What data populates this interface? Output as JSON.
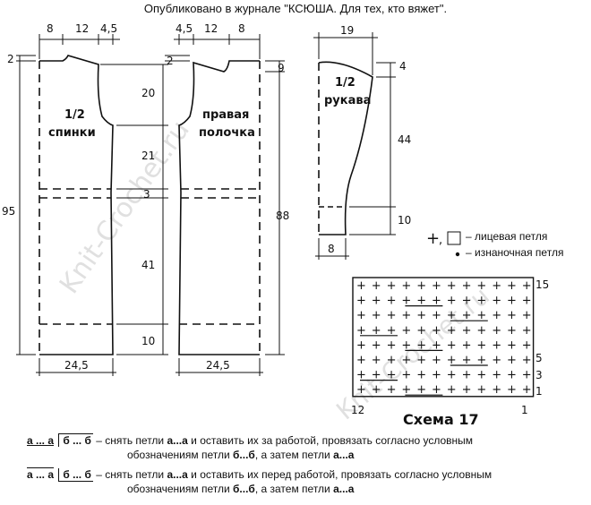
{
  "title": "Опубликовано в журнале \"КСЮША. Для тех, кто вяжет\".",
  "back": {
    "label1": "1/2",
    "label2": "спинки",
    "top_dims": [
      "8",
      "12",
      "4,5"
    ],
    "left_top": "2",
    "right_dims": [
      "20",
      "21",
      "3",
      "41",
      "10"
    ],
    "total_height": "95",
    "bottom_width": "24,5"
  },
  "front": {
    "label1": "правая",
    "label2": "полочка",
    "top_dims": [
      "4,5",
      "12",
      "8"
    ],
    "left_top": "2",
    "right_top": "9",
    "total_height": "88",
    "bottom_width": "24,5"
  },
  "sleeve": {
    "label1": "1/2",
    "label2": "рукава",
    "top_width": "19",
    "right_dims": [
      "4",
      "44",
      "10"
    ],
    "bottom_width": "8"
  },
  "legend": {
    "knit": "– лицевая петля",
    "purl": "– изнаночная петля",
    "knit_sep": ","
  },
  "chart": {
    "name": "Схема 17",
    "row_labels": [
      "15",
      "5",
      "3",
      "1"
    ],
    "col_left": "12",
    "col_right": "1"
  },
  "notes": {
    "n1_sym_a": "а ... а",
    "n1_sym_b": "б ... б",
    "n1_text_1": " – снять петли ",
    "n1_bold_a": "а...а",
    "n1_text_2": " и оставить их за работой, провязать согласно условным",
    "n1_line2_1": "обозначениям петли ",
    "n1_bold_b": "б...б",
    "n1_line2_2": ", а затем петли ",
    "n1_bold_a2": "а...а",
    "n2_sym_a": "а ... а",
    "n2_sym_b": "б ... б",
    "n2_text_1": " – снять петли ",
    "n2_bold_a": "а...а",
    "n2_text_2": " и оставить их перед работой, провязать согласно условным",
    "n2_line2_1": "обозначениям петли ",
    "n2_bold_b": "б...б",
    "n2_line2_2": ", а затем петли ",
    "n2_bold_a2": "а...а"
  },
  "watermark": "Knit-Crochet.ru"
}
